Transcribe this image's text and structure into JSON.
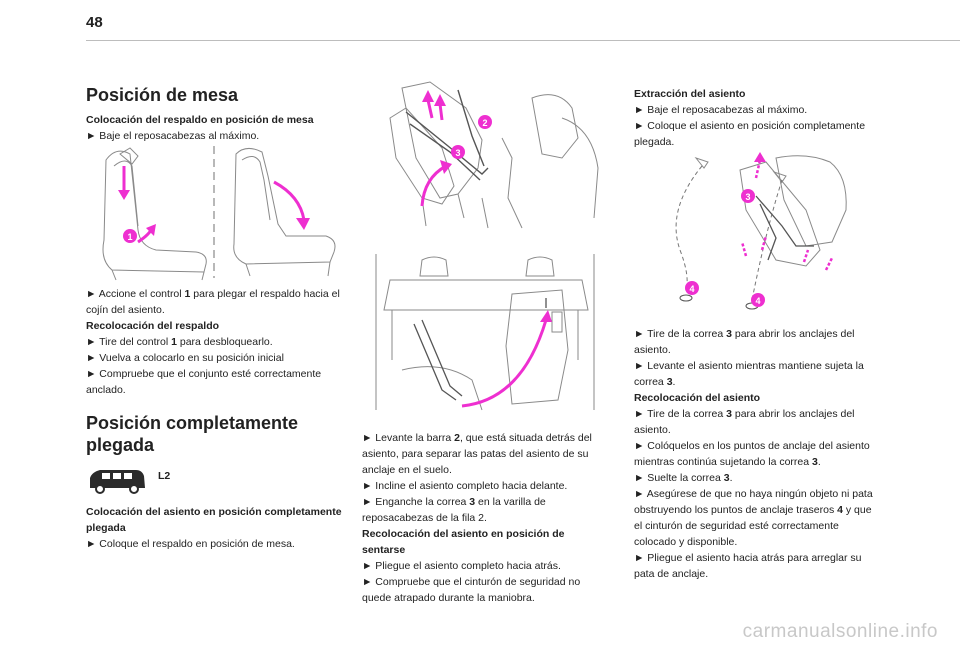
{
  "page": {
    "number": "48"
  },
  "col1": {
    "title1": "Posición de mesa",
    "sub1": "Colocación del respaldo en posición de mesa",
    "s1": "► Baje el reposacabezas al máximo.",
    "s2a": "► Accione el control ",
    "s2b": "1",
    "s2c": " para plegar el respaldo hacia el cojín del asiento.",
    "sub2": "Recolocación del respaldo",
    "s3a": "► Tire del control ",
    "s3b": "1",
    "s3c": " para desbloquearlo.",
    "s4": "► Vuelva a colocarlo en su posición inicial",
    "s5": "► Compruebe que el conjunto esté correctamente anclado.",
    "title2a": "Posición completamente",
    "title2b": "plegada",
    "badge": "L2",
    "sub3": "Colocación del asiento en posición completamente plegada",
    "s6": "► Coloque el respaldo en posición de mesa."
  },
  "col2": {
    "s1a": "► Levante la barra ",
    "s1b": "2",
    "s1c": ", que está situada detrás del asiento, para separar las patas del asiento de su anclaje en el suelo.",
    "s2": "► Incline el asiento completo hacia delante.",
    "s3a": "► Enganche la correa ",
    "s3b": "3",
    "s3c": " en la varilla de reposacabezas de la fila 2.",
    "sub1": "Recolocación del asiento en posición de sentarse",
    "s4": "► Pliegue el asiento completo hacia atrás.",
    "s5": "► Compruebe que el cinturón de seguridad no quede atrapado durante la maniobra."
  },
  "col3": {
    "sub1": "Extracción del asiento",
    "s1": "► Baje el reposacabezas al máximo.",
    "s2": "► Coloque el asiento en posición completamente plegada.",
    "s3a": "► Tire de la correa ",
    "s3b": "3",
    "s3c": " para abrir los anclajes del asiento.",
    "s4a": "► Levante el asiento mientras mantiene sujeta la correa ",
    "s4b": "3",
    "s4c": ".",
    "sub2": "Recolocación del asiento",
    "s5a": "► Tire de la correa ",
    "s5b": "3",
    "s5c": " para abrir los anclajes del asiento.",
    "s6a": "► Colóquelos en los puntos de anclaje del asiento mientras continúa sujetando la correa ",
    "s6b": "3",
    "s6c": ".",
    "s7a": "► Suelte la correa ",
    "s7b": "3",
    "s7c": ".",
    "s8a": "► Asegúrese de que no haya ningún objeto ni pata obstruyendo los puntos de anclaje traseros ",
    "s8b": "4",
    "s8c": " y que el cinturón de seguridad esté correctamente colocado y disponible.",
    "s9": "► Pliegue el asiento hacia atrás para arreglar su pata de anclaje."
  },
  "figures": {
    "fig1_label1": "1",
    "fig2_label2": "2",
    "fig2_label3": "3",
    "fig4_label3": "3",
    "fig4_label4a": "4",
    "fig4_label4b": "4"
  },
  "watermark": "carmanualsonline.info",
  "colors": {
    "accent": "#ee2fd0",
    "text": "#222222",
    "line": "#8a8a8a"
  }
}
